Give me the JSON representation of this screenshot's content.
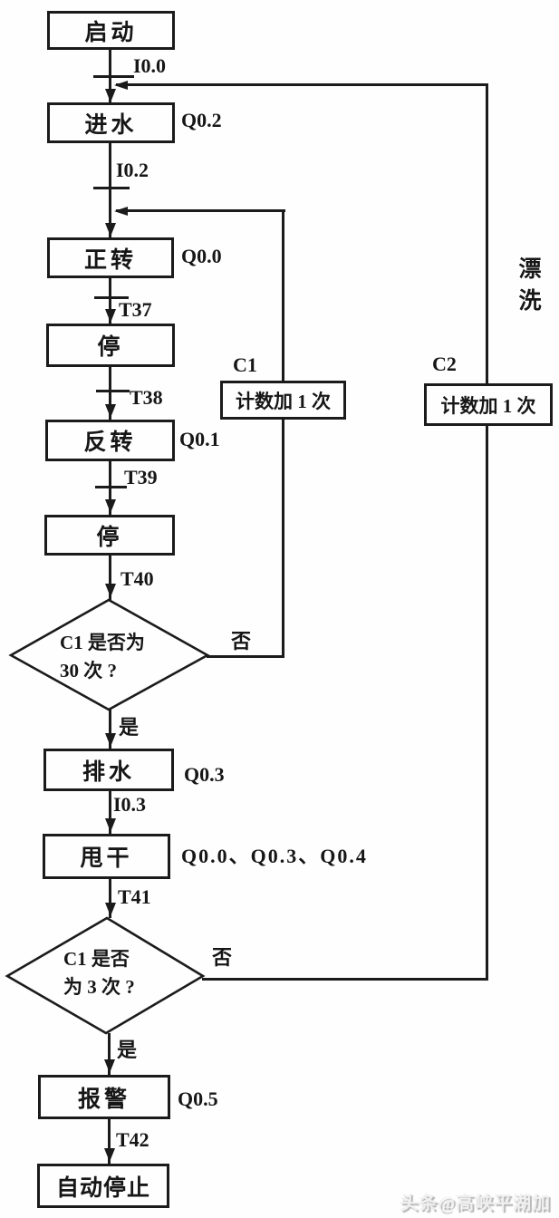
{
  "nodes": {
    "start": {
      "label": "启动"
    },
    "fill": {
      "label": "进水",
      "output": "Q0.2"
    },
    "forward": {
      "label": "正转",
      "output": "Q0.0"
    },
    "stop1": {
      "label": "停"
    },
    "reverse": {
      "label": "反转",
      "output": "Q0.1"
    },
    "stop2": {
      "label": "停"
    },
    "drain": {
      "label": "排水",
      "output": "Q0.3"
    },
    "spin": {
      "label": "甩干",
      "output": "Q0.0、Q0.3、Q0.4"
    },
    "alarm": {
      "label": "报警",
      "output": "Q0.5"
    },
    "autostop": {
      "label": "自动停止"
    }
  },
  "transitions": {
    "i00": "I0.0",
    "i02": "I0.2",
    "t37": "T37",
    "t38": "T38",
    "t39": "T39",
    "t40": "T40",
    "i03": "I0.3",
    "t41": "T41",
    "t42": "T42"
  },
  "decisions": {
    "d1": {
      "line1": "C1 是否为",
      "line2": "30 次 ?",
      "no": "否",
      "yes": "是"
    },
    "d2": {
      "line1": "C1 是否",
      "line2": "为 3 次 ?",
      "no": "否",
      "yes": "是"
    }
  },
  "counters": {
    "c1": {
      "name": "C1",
      "label": "计数加 1 次"
    },
    "c2": {
      "name": "C2",
      "label": "计数加 1 次"
    }
  },
  "annotations": {
    "rinse": "漂洗",
    "watermark": "头条@高峡平湖加"
  },
  "colors": {
    "line": "#1b1b1b",
    "background": "#fefefe",
    "watermark": "#f0f0f0"
  }
}
